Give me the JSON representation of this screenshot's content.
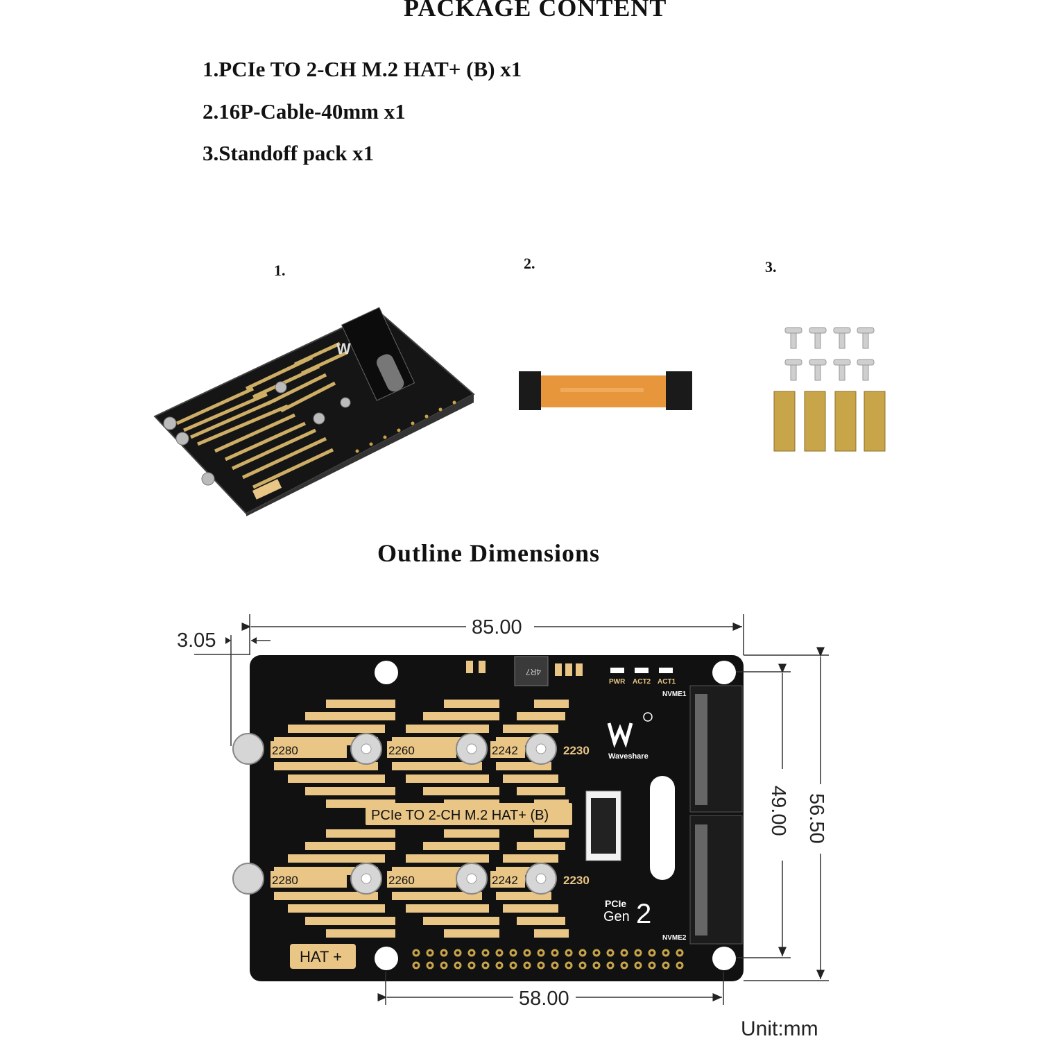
{
  "heading": "PACKAGE CONTENT",
  "items": [
    "1.PCIe TO 2-CH M.2 HAT+ (B) x1",
    "2.16P-Cable-40mm x1",
    "3.Standoff pack x1"
  ],
  "photo_labels": [
    "1.",
    "2.",
    "3."
  ],
  "outline_title": "Outline Dimensions",
  "dimensions": {
    "width": "85.00",
    "offset": "3.05",
    "hole_spacing_v": "49.00",
    "height": "56.50",
    "hole_spacing_h": "58.00"
  },
  "board": {
    "name": "PCIe TO 2-CH M.2 HAT+ (B)",
    "brand": "Waveshare",
    "hat_badge": "HAT +",
    "gen_line1": "PCIe",
    "gen_line2": "Gen",
    "gen_number": "2",
    "slot_labels": [
      "2280",
      "2260",
      "2242",
      "2230"
    ],
    "connector_labels": [
      "NVME1",
      "NVME2"
    ],
    "led_labels": [
      "PWR",
      "ACT2",
      "ACT1"
    ],
    "inductor_text": "4R7"
  },
  "unit": "Unit:mm",
  "colors": {
    "board": "#111111",
    "gold": "#e9c586",
    "brass": "#c9a54a"
  }
}
